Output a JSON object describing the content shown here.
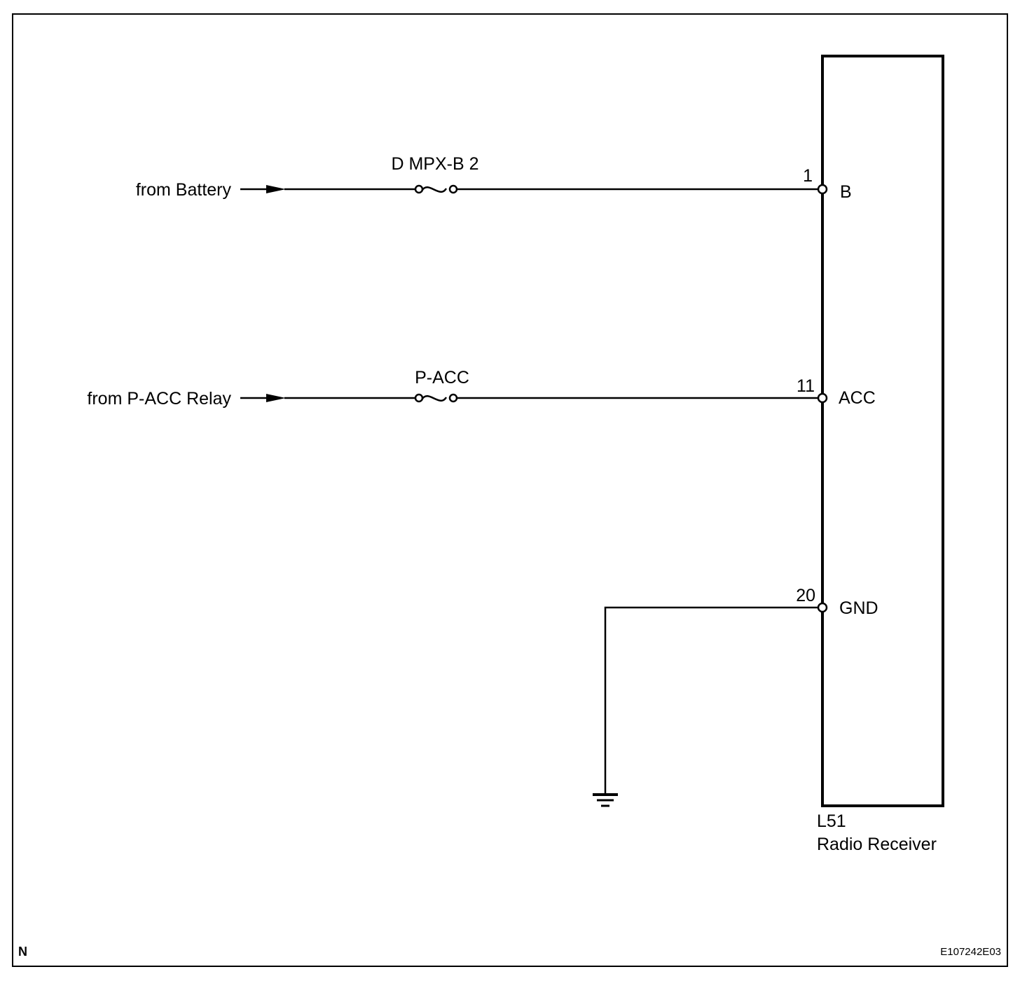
{
  "sources": [
    {
      "label": "from Battery",
      "fuse": "D MPX-B 2"
    },
    {
      "label": "from P-ACC Relay",
      "fuse": "P-ACC"
    }
  ],
  "component": {
    "code": "L51",
    "name": "Radio Receiver",
    "pins": [
      {
        "number": "1",
        "name": "B"
      },
      {
        "number": "11",
        "name": "ACC"
      },
      {
        "number": "20",
        "name": "GND"
      }
    ]
  },
  "footer": {
    "corner_letter": "N",
    "figure_code": "E107242E03"
  },
  "icons": [
    "arrow-icon",
    "fuse-icon",
    "ground-icon",
    "terminal-icon"
  ]
}
